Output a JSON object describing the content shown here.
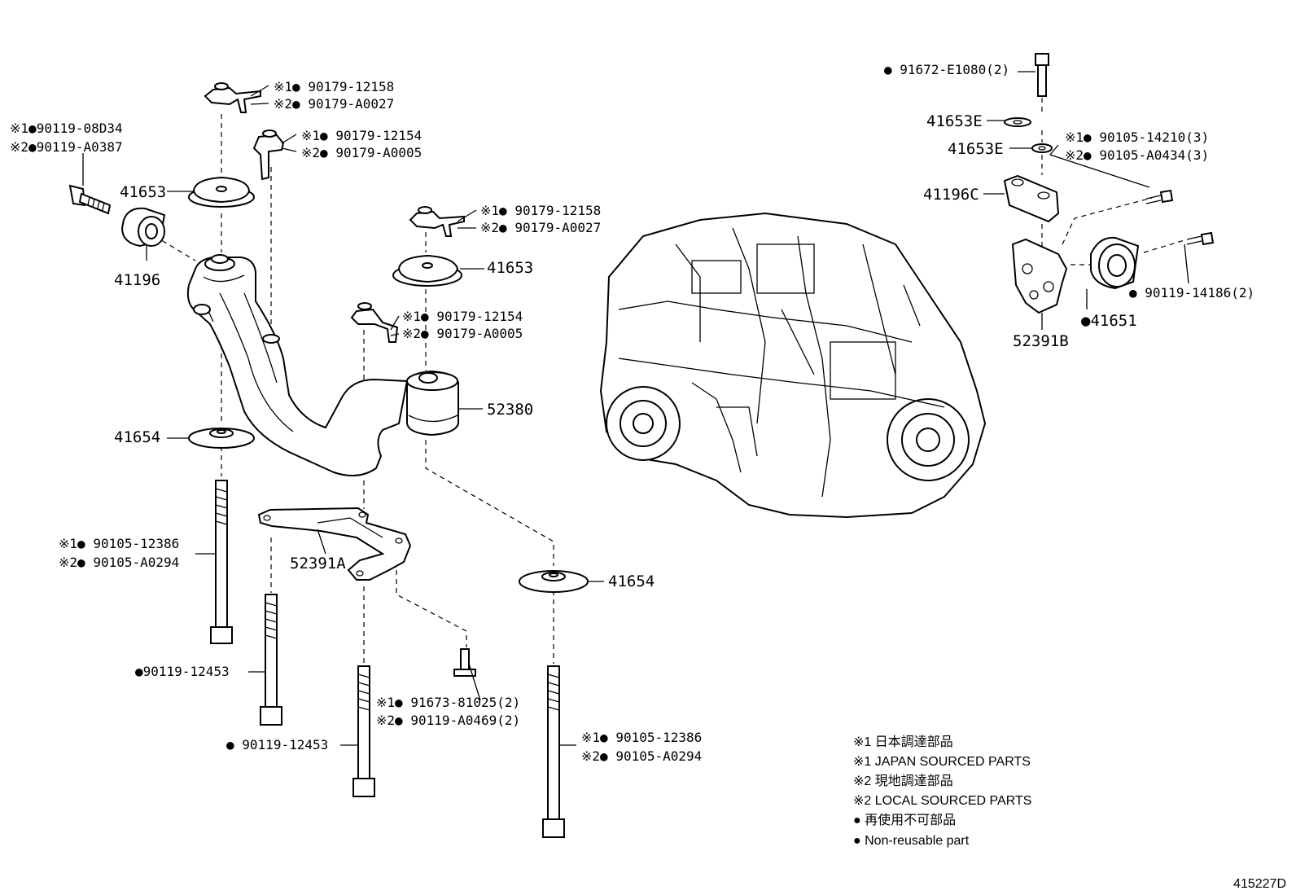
{
  "diagram_id": "415227D",
  "callouts": {
    "bolt_08d34": {
      "mark": "※1",
      "num": "90119-08D34"
    },
    "bolt_a0387": {
      "mark": "※2",
      "num": "90119-A0387"
    },
    "nut_12158_a": {
      "mark": "※1",
      "num": "90179-12158"
    },
    "nut_a0027_a": {
      "mark": "※2",
      "num": "90179-A0027"
    },
    "nut_12154_a": {
      "mark": "※1",
      "num": "90179-12154"
    },
    "nut_a0005_a": {
      "mark": "※2",
      "num": "90179-A0005"
    },
    "nut_12158_b": {
      "mark": "※1",
      "num": "90179-12158"
    },
    "nut_a0027_b": {
      "mark": "※2",
      "num": "90179-A0027"
    },
    "nut_12154_b": {
      "mark": "※1",
      "num": "90179-12154"
    },
    "nut_a0005_b": {
      "mark": "※2",
      "num": "90179-A0005"
    },
    "bolt_12386_a": {
      "mark": "※1",
      "num": "90105-12386"
    },
    "bolt_a0294_a": {
      "mark": "※2",
      "num": "90105-A0294"
    },
    "bolt_12453_a": {
      "num": "90119-12453"
    },
    "bolt_12453_b": {
      "num": "90119-12453"
    },
    "bolt_81025": {
      "mark": "※1",
      "num": "91673-81025(2)"
    },
    "bolt_a0469": {
      "mark": "※2",
      "num": "90119-A0469(2)"
    },
    "bolt_12386_b": {
      "mark": "※1",
      "num": "90105-12386"
    },
    "bolt_a0294_b": {
      "mark": "※2",
      "num": "90105-A0294"
    },
    "bolt_e1080": {
      "num": "91672-E1080(2)"
    },
    "bolt_14210": {
      "mark": "※1",
      "num": "90105-14210(3)"
    },
    "bolt_a0434": {
      "mark": "※2",
      "num": "90105-A0434(3)"
    },
    "bolt_14186": {
      "num": "90119-14186(2)"
    },
    "p41653_left": "41653",
    "p41196": "41196",
    "p41653_mid": "41653",
    "p52380": "52380",
    "p41654_left": "41654",
    "p52391a": "52391A",
    "p41654_right": "41654",
    "p41653e_1": "41653E",
    "p41653e_2": "41653E",
    "p41196c": "41196C",
    "p41651": "41651",
    "p52391b": "52391B"
  },
  "legend": [
    {
      "mark": "※1",
      "text": "日本調達部品"
    },
    {
      "mark": "※1",
      "text": "JAPAN SOURCED PARTS"
    },
    {
      "mark": "※2",
      "text": "現地調達部品"
    },
    {
      "mark": "※2",
      "text": "LOCAL SOURCED PARTS"
    },
    {
      "mark": "●",
      "text": "再使用不可部品"
    },
    {
      "mark": "●",
      "text": "Non-reusable part"
    }
  ]
}
